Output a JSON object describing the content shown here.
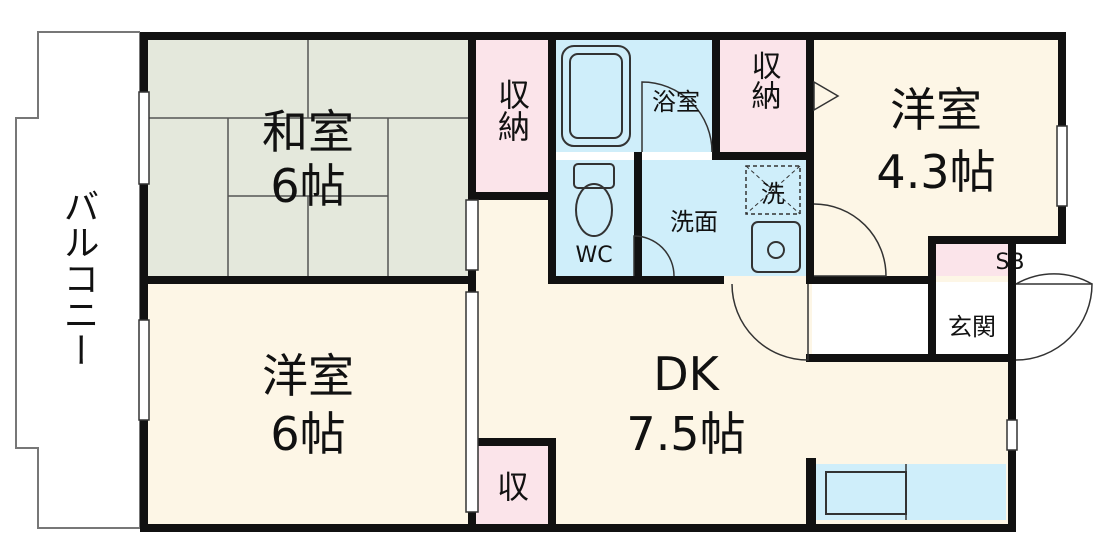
{
  "rooms": {
    "washitsu": {
      "name": "和室",
      "size": "6帖"
    },
    "yoshitsu_main": {
      "name": "洋室",
      "size": "6帖"
    },
    "yoshitsu_small": {
      "name": "洋室",
      "size": "4.3帖"
    },
    "dk": {
      "name": "DK",
      "size": "7.5帖"
    },
    "balcony": {
      "label": "バルコニー"
    },
    "bathroom": {
      "label": "浴室"
    },
    "washroom": {
      "label": "洗面"
    },
    "laundry": {
      "label": "洗"
    },
    "toilet": {
      "label": "WC"
    },
    "shoebox": {
      "label": "SB"
    },
    "entrance": {
      "label": "玄関"
    },
    "closet_washitsu": {
      "label": "収納"
    },
    "closet_bath": {
      "label": "収納"
    },
    "closet_small": {
      "label": "収"
    }
  },
  "colors": {
    "wall": "#111111",
    "tatami": "#e4e8dc",
    "western_floor": "#fdf6e6",
    "storage": "#fbe4ea",
    "wet_area": "#cfeefa",
    "entrance_floor": "#ffffff"
  }
}
